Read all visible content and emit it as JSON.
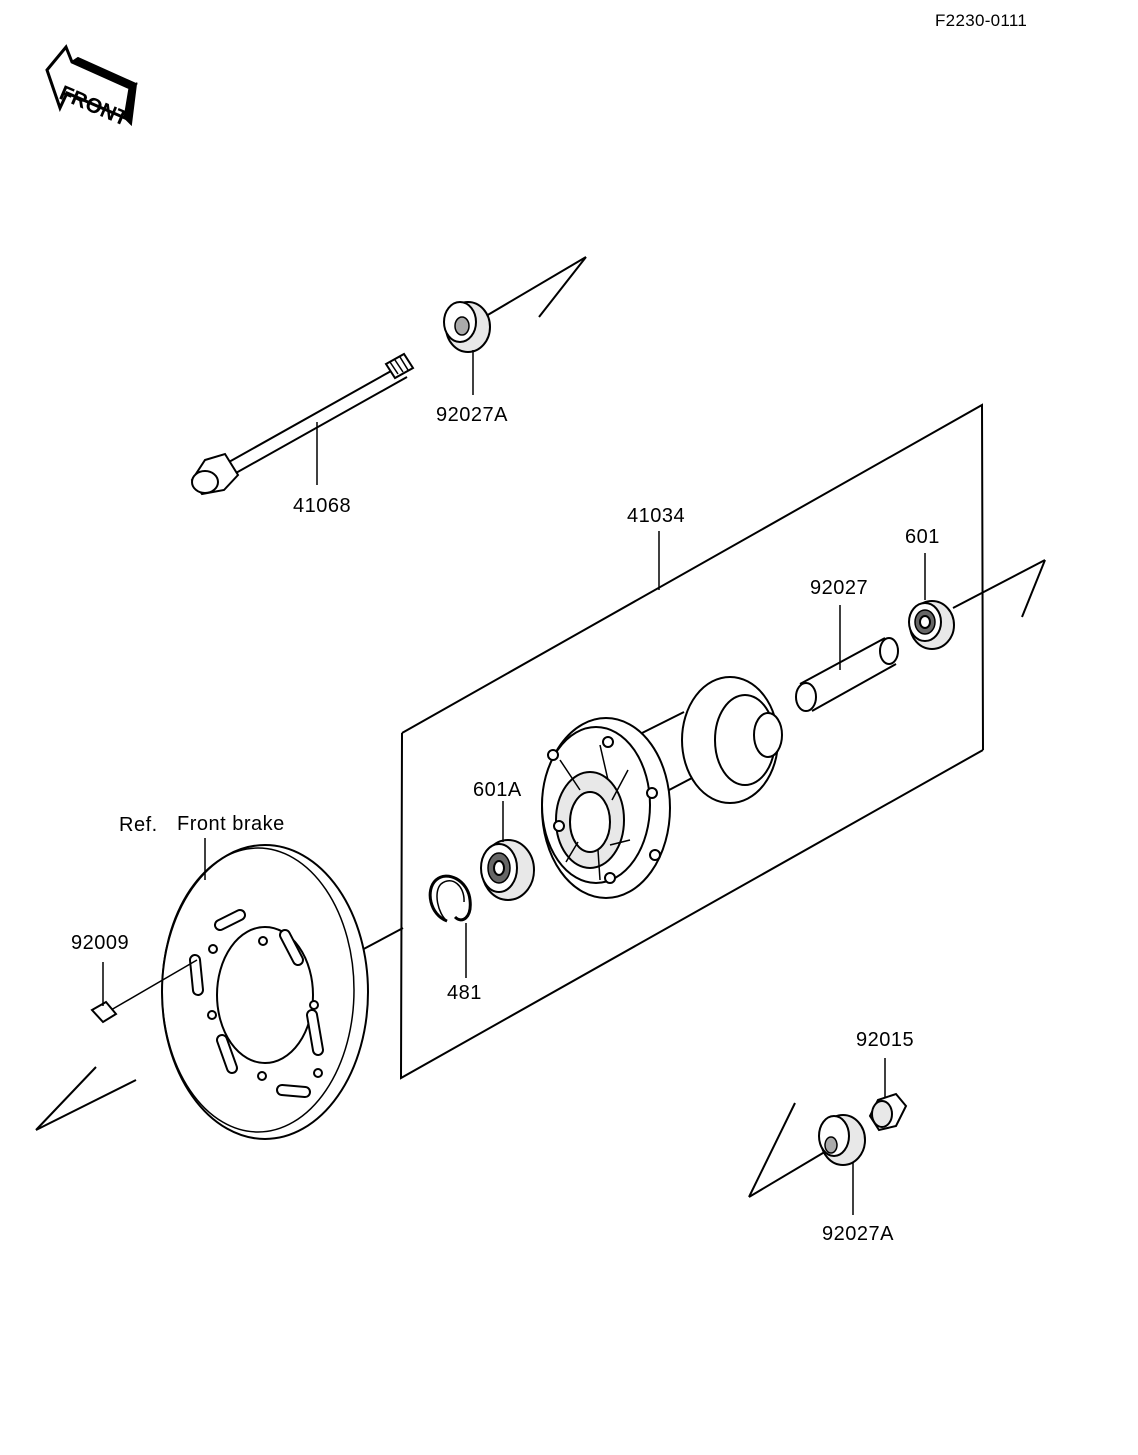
{
  "diagram_code": "F2230-0111",
  "front_arrow_label": "FRONT",
  "parts": {
    "axle_label": "41068",
    "collar_top_label": "92027A",
    "hub_label": "41034",
    "bearing_right_label": "601",
    "spacer_label": "92027",
    "bearing_left_label": "601A",
    "circlip_label": "481",
    "bolt_label": "92009",
    "nut_label": "92015",
    "collar_bottom_label": "92027A"
  },
  "reference": {
    "prefix": "Ref.",
    "text": "Front brake"
  }
}
